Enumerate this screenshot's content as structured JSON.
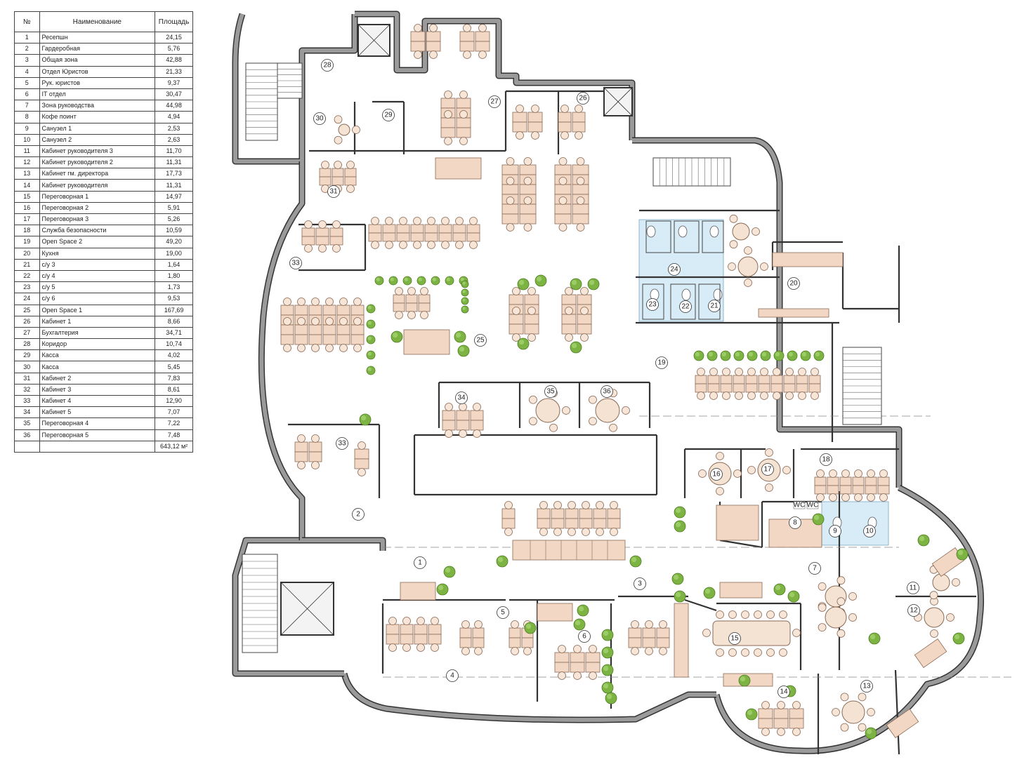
{
  "legend": {
    "headers": {
      "num": "№",
      "name": "Наименование",
      "area": "Площадь"
    },
    "rows": [
      {
        "num": "1",
        "name": "Ресепшн",
        "area": "24,15"
      },
      {
        "num": "2",
        "name": "Гардеробная",
        "area": "5,76"
      },
      {
        "num": "3",
        "name": "Общая зона",
        "area": "42,88"
      },
      {
        "num": "4",
        "name": "Отдел Юристов",
        "area": "21,33"
      },
      {
        "num": "5",
        "name": "Рук. юристов",
        "area": "9,37"
      },
      {
        "num": "6",
        "name": "IT отдел",
        "area": "30,47"
      },
      {
        "num": "7",
        "name": "Зона руководства",
        "area": "44,98"
      },
      {
        "num": "8",
        "name": "Кофе поинт",
        "area": "4,94"
      },
      {
        "num": "9",
        "name": "Санузел 1",
        "area": "2,53"
      },
      {
        "num": "10",
        "name": "Санузел 2",
        "area": "2,63"
      },
      {
        "num": "11",
        "name": "Кабинет руководителя 3",
        "area": "11,70"
      },
      {
        "num": "12",
        "name": "Кабинет руководителя 2",
        "area": "11,31"
      },
      {
        "num": "13",
        "name": "Кабинет гм. директора",
        "area": "17,73"
      },
      {
        "num": "14",
        "name": "Кабинет руководителя",
        "area": "11,31"
      },
      {
        "num": "15",
        "name": "Переговорная 1",
        "area": "14,97"
      },
      {
        "num": "16",
        "name": "Переговорная 2",
        "area": "5,91"
      },
      {
        "num": "17",
        "name": "Переговорная 3",
        "area": "5,26"
      },
      {
        "num": "18",
        "name": "Служба безопасности",
        "area": "10,59"
      },
      {
        "num": "19",
        "name": "Open Space 2",
        "area": "49,20"
      },
      {
        "num": "20",
        "name": "Кухня",
        "area": "19,00"
      },
      {
        "num": "21",
        "name": "с/у 3",
        "area": "1,64"
      },
      {
        "num": "22",
        "name": "с/у 4",
        "area": "1,80"
      },
      {
        "num": "23",
        "name": "с/у 5",
        "area": "1,73"
      },
      {
        "num": "24",
        "name": "с/у 6",
        "area": "9,53"
      },
      {
        "num": "25",
        "name": "Open Space 1",
        "area": "167,69"
      },
      {
        "num": "26",
        "name": "Кабинет 1",
        "area": "8,66"
      },
      {
        "num": "27",
        "name": "Бухгалтерия",
        "area": "34,71"
      },
      {
        "num": "28",
        "name": "Коридор",
        "area": "10,74"
      },
      {
        "num": "29",
        "name": "Касса",
        "area": "4,02"
      },
      {
        "num": "30",
        "name": "Касса",
        "area": "5,45"
      },
      {
        "num": "31",
        "name": "Кабинет 2",
        "area": "7,83"
      },
      {
        "num": "32",
        "name": "Кабинет 3",
        "area": "8,61"
      },
      {
        "num": "33",
        "name": "Кабинет 4",
        "area": "12,90"
      },
      {
        "num": "34",
        "name": "Кабинет 5",
        "area": "7,07"
      },
      {
        "num": "35",
        "name": "Переговорная 4",
        "area": "7,22"
      },
      {
        "num": "36",
        "name": "Переговорная 5",
        "area": "7,48"
      },
      {
        "num": "",
        "name": "",
        "area": "643,12 м²"
      }
    ]
  },
  "plan": {
    "room_labels": [
      "1",
      "2",
      "3",
      "4",
      "5",
      "6",
      "7",
      "8",
      "9",
      "10",
      "11",
      "12",
      "13",
      "14",
      "15",
      "16",
      "17",
      "18",
      "19",
      "20",
      "21",
      "22",
      "23",
      "24",
      "25",
      "26",
      "27",
      "28",
      "29",
      "30",
      "31",
      "33",
      "33",
      "34",
      "35",
      "36"
    ],
    "toilet_signs": [
      "WC",
      "WC"
    ],
    "colors": {
      "wall": "#9a9a9a",
      "wall_edge": "#333333",
      "furniture": "#f2d8c4",
      "furniture_edge": "#8a6a55",
      "plant": "#7cb342",
      "plant_dark": "#4e7d22",
      "wet_zone": "#d7ecf6",
      "table": "#f4e3d3"
    }
  }
}
